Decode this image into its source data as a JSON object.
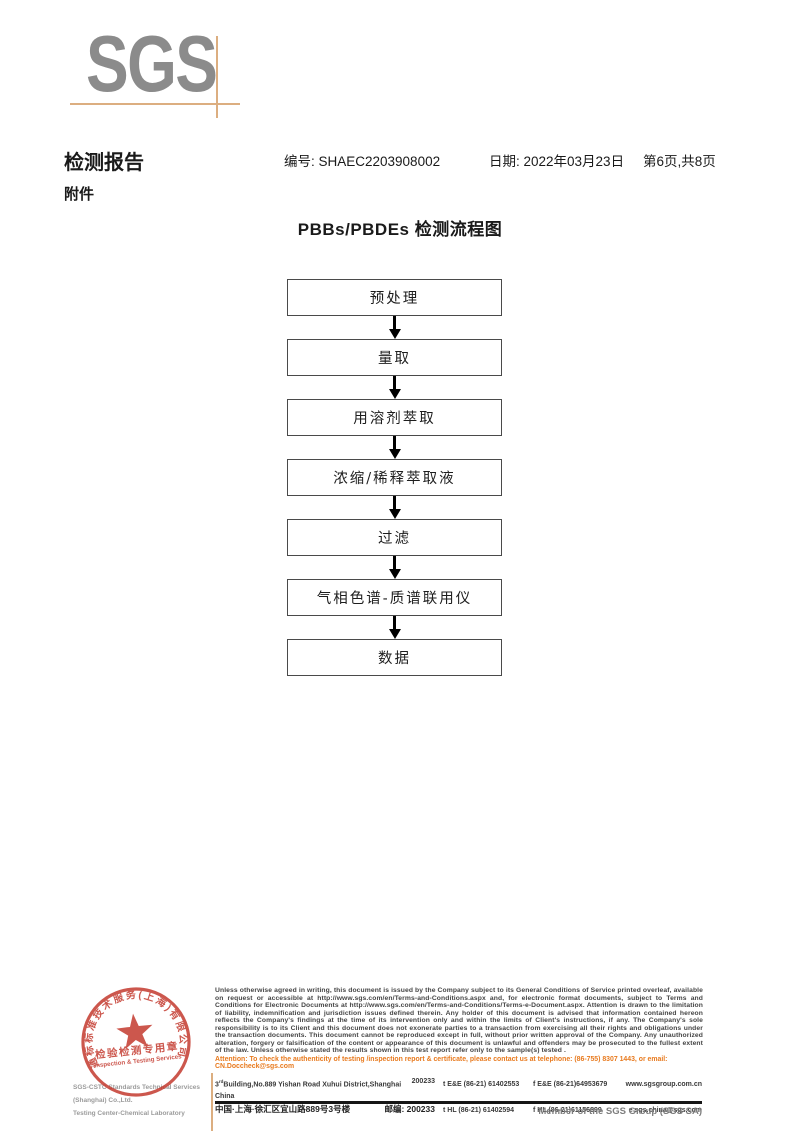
{
  "logo": {
    "text": "SGS"
  },
  "header": {
    "report_title": "检测报告",
    "report_no": "编号: SHAEC2203908002",
    "date": "日期: 2022年03月23日",
    "page_info": "第6页,共8页",
    "attachment_label": "附件"
  },
  "flowchart": {
    "title": "PBBs/PBDEs 检测流程图",
    "steps": [
      "预处理",
      "量取",
      "用溶剂萃取",
      "浓缩/稀释萃取液",
      "过滤",
      "气相色谱-质谱联用仪",
      "数据"
    ]
  },
  "stamp": {
    "ring_text": "通标标准技术服务(上海)有限公司",
    "title_cn": "检验检测专用章",
    "title_en": "Inspection & Testing Services"
  },
  "footer": {
    "company_en": "SGS-CSTC Standards Technical Services (Shanghai) Co.,Ltd.",
    "company_dept": "Testing Center-Chemical Laboratory",
    "legal_text": "Unless otherwise agreed in writing, this document is issued by the Company subject to its General Conditions of Service printed overleaf, available on request or accessible at http://www.sgs.com/en/Terms-and-Conditions.aspx and, for electronic format documents, subject to Terms and Conditions for Electronic Documents at http://www.sgs.com/en/Terms-and-Conditions/Terms-e-Document.aspx. Attention is drawn to the limitation of liability, indemnification and jurisdiction issues defined therein. Any holder of this document is advised that information contained hereon reflects the Company's findings at the time of its intervention only and within the limits of Client's instructions, if any. The Company's sole responsibility is to its Client and this document does not exonerate parties to a transaction from exercising all their rights and obligations under the transaction documents. This document cannot be reproduced except in full, without prior written approval of the Company. Any unauthorized alteration, forgery or falsification of the content or appearance of this document is unlawful and offenders may be prosecuted to the fullest extent of the law. Unless otherwise stated the results shown in this test report refer only to the sample(s) tested .",
    "attention_text": "Attention: To check the authenticity of testing /inspection report & certificate, please contact us at telephone: (86-755) 8307 1443, or email: CN.Doccheck@sgs.com",
    "address": {
      "en_pre": "3",
      "en_sup": "rd",
      "en_rest": "Building,No.889 Yishan Road Xuhui District,Shanghai China",
      "en_postcode": "200233",
      "cn": "中国·上海·徐汇区宜山路889号3号楼",
      "cn_postcode": "邮编: 200233",
      "tel_row1": "t E&E (86-21) 61402553",
      "fax_row1": "f E&E (86-21)64953679",
      "web": "www.sgsgroup.com.cn",
      "tel_row2": "t HL (86-21) 61402594",
      "fax_row2": "f HL (86-21)61156899",
      "email": "e  sgs.china@sgs.com"
    },
    "member_text": "Member of the SGS Group (SGS SA)"
  },
  "colors": {
    "accent_orange": "#e87a1e",
    "line_tan": "#dcae80",
    "logo_gray": "#8b8b8b",
    "stamp_red": "#c43a2f"
  }
}
